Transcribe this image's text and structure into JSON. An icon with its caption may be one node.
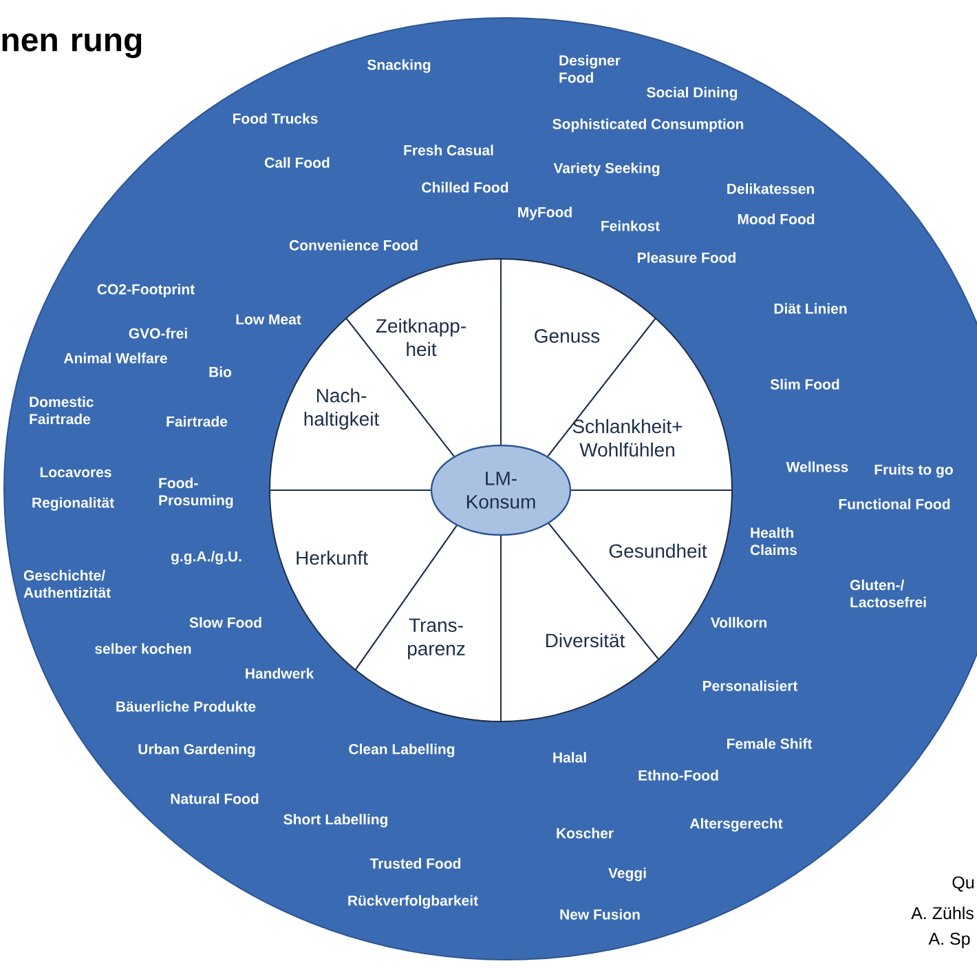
{
  "diagram": {
    "title": "nen rung",
    "nodes": [
      {
        "text": [
          "Zeitknapp- heit"
        ]
      },
      {
        "text": [
          "Genuss"
        ]
      },
      {
        "text": [
          "Nach- haltigkeit"
        ]
      },
      {
        "text": [
          "Schlankheit+ Wohlfühlen"
        ]
      },
      {
        "text": [
          "LM- Konsum"
        ]
      },
      {
        "text": [
          "Herkunft"
        ]
      },
      {
        "text": [
          "Gesundheit"
        ]
      },
      {
        "text": [
          "Trans- parenz"
        ]
      },
      {
        "text": [
          "Diversität"
        ]
      }
    ],
    "labels": [
      "Designer Food",
      "Snacking",
      "Social Dining",
      "Food Trucks",
      "Sophisticated Consumption",
      "Fresh Casual",
      "Call Food",
      "Variety Seeking",
      "Chilled Food",
      "Delikatessen",
      "MyFood",
      "Mood Food",
      "Feinkost",
      "Convenience Food",
      "Pleasure Food",
      "CO2-Footprint",
      "Diät Linien",
      "Low Meat",
      "GVO-frei",
      "Animal Welfare",
      "Bio",
      "Slim Food",
      "Domestic Fairtrade",
      "Fairtrade",
      "Locavores",
      "Food- Prosuming",
      "Wellness",
      "Fruits to go",
      "Regionalität",
      "Functional Food",
      "Health Claims",
      "g.g.A./g.U.",
      "Geschichte/ Authentizität",
      "Gluten-/ Lactosefrei",
      "Slow Food",
      "Vollkorn",
      "selber kochen",
      "Handwerk",
      "Personalisiert",
      "Bäuerliche Produkte",
      "Urban Gardening",
      "Clean Labelling",
      "Female Shift",
      "Halal",
      "Ethno-Food",
      "Natural Food",
      "Short Labelling",
      "Altersgerecht",
      "Koscher",
      "Trusted Food",
      "Veggi",
      "Qu",
      "Rückverfolgbarkeit",
      "New Fusion",
      "A. Zühls",
      "A. Sp"
    ]
  }
}
